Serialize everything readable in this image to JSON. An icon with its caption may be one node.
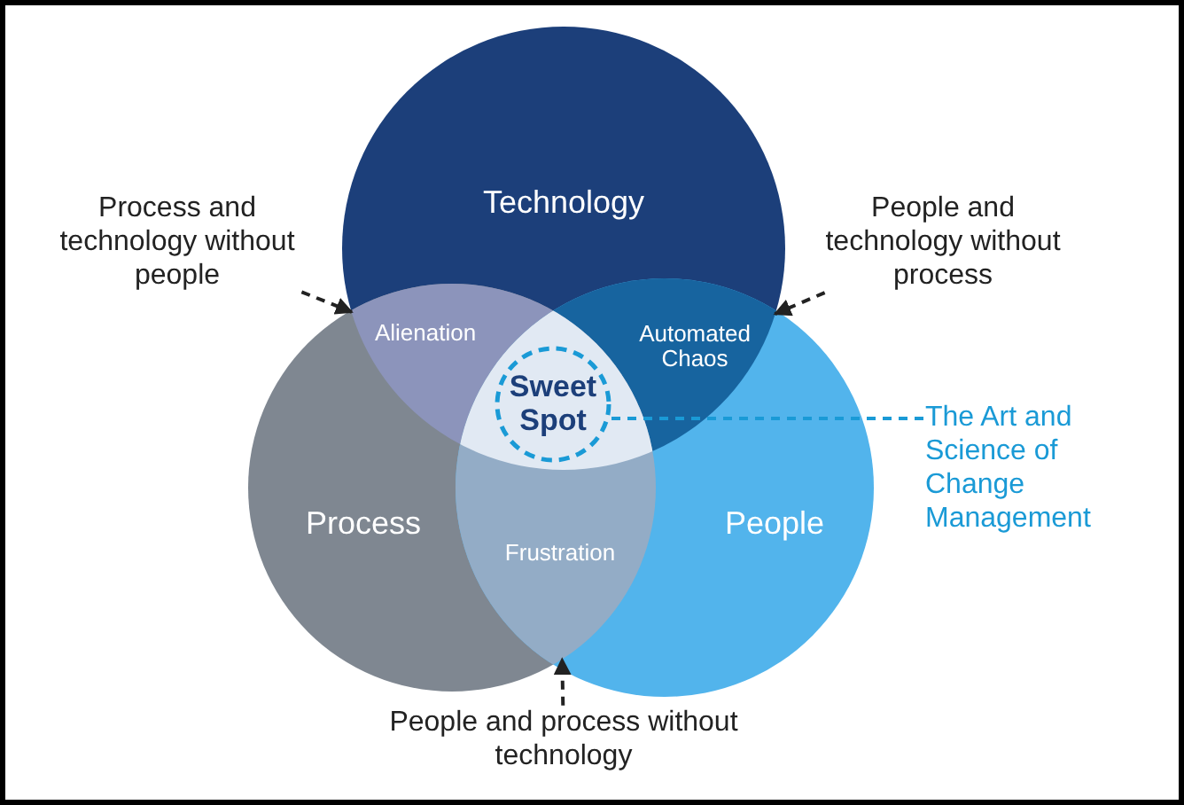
{
  "diagram": {
    "nodes": [
      {
        "text": [
          "Technology"
        ]
      },
      {
        "text": [
          "Process"
        ]
      },
      {
        "text": [
          "People"
        ]
      },
      {
        "text": [
          "Alienation"
        ]
      },
      {
        "text": [
          "Automated Chaos"
        ]
      },
      {
        "text": [
          "Sweet Spot"
        ]
      },
      {
        "text": [
          "Frustration"
        ]
      },
      {
        "text": [
          "Process and technology without people"
        ]
      },
      {
        "text": [
          "People and technology without process"
        ]
      },
      {
        "text": [
          "The Art and Science of Change Management"
        ]
      },
      {
        "text": [
          "People and process without technology"
        ]
      }
    ],
    "edges": [
      {
        "from": 7,
        "to": 3,
        "arrow": "to",
        "style": "dashed"
      },
      {
        "from": 8,
        "to": 4,
        "arrow": "to",
        "style": "dashed"
      },
      {
        "from": 9,
        "to": 5,
        "arrow": "none",
        "style": "dashed",
        "color": "#1a9ad6"
      },
      {
        "from": 10,
        "to": 6,
        "arrow": "to",
        "style": "dashed"
      }
    ]
  }
}
